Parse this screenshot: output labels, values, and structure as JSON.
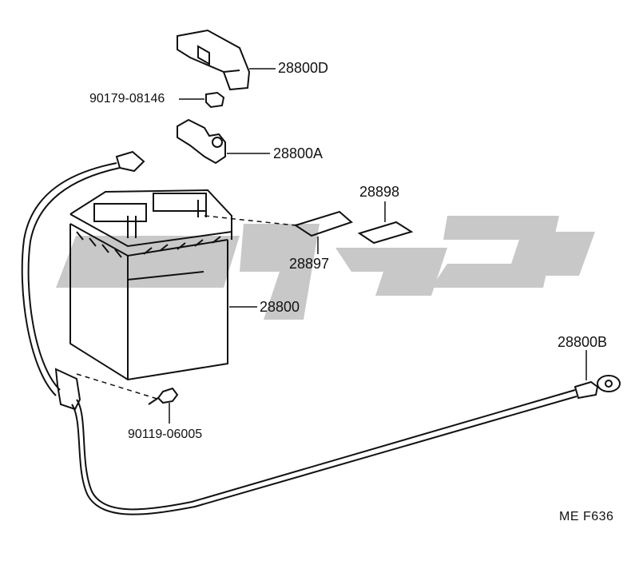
{
  "parts": {
    "cover": "28800D",
    "nut": "90179-08146",
    "clamp": "28800A",
    "label_upper": "28898",
    "label_lower": "28897",
    "battery": "28800",
    "ground_cable": "28800B",
    "bolt": "90119-06005"
  },
  "diagram_code": "ME  F636"
}
